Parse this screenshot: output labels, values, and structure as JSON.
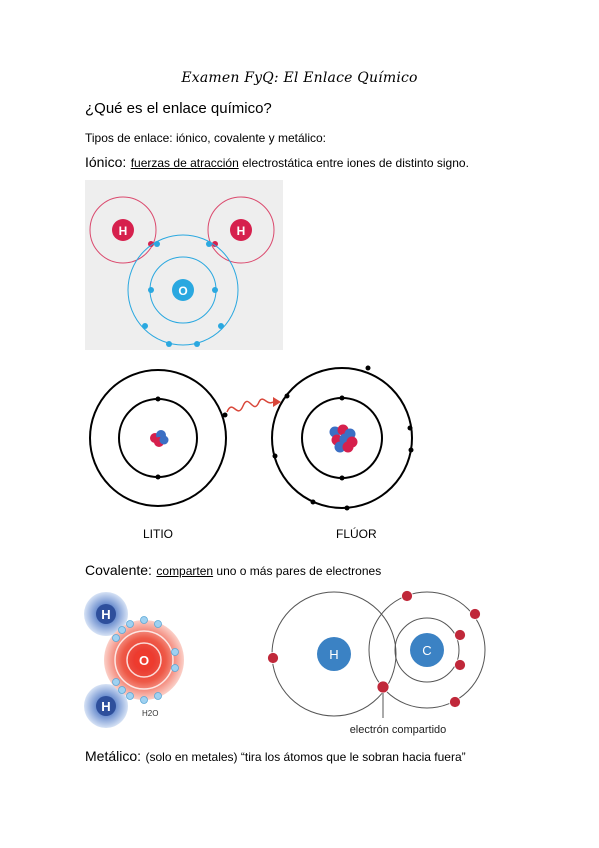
{
  "title": "Examen FyQ: El Enlace Químico",
  "question": "¿Qué es el enlace químico?",
  "types_line": "Tipos de enlace: iónico, covalente y metálico:",
  "ionic": {
    "label": "Iónico:",
    "underlined": "fuerzas de atracción",
    "rest": " electrostática entre iones de distinto signo."
  },
  "water_diagram": {
    "h_left": "H",
    "h_right": "H",
    "o": "O"
  },
  "lithium_label": "LITIO",
  "fluorine_label": "FLÚOR",
  "covalent": {
    "label": "Covalente:",
    "underlined": "comparten",
    "rest": " uno o más pares de electrones"
  },
  "h2o_diagram": {
    "h_top": "H",
    "h_bottom": "H",
    "o": "O",
    "formula": "H2O"
  },
  "ch_diagram": {
    "h": "H",
    "c": "C",
    "shared_label": "electrón compartido"
  },
  "metallic": {
    "label": "Metálico:",
    "rest": " (solo en metales) “tira los átomos que le sobran hacia fuera”"
  },
  "colors": {
    "ion_red": "#d6204d",
    "ion_blue": "#2aa8e0",
    "diagram_bg": "#eeeeee",
    "arrow_red": "#d9473a",
    "atom_blue": "#3b82c4",
    "electron_red": "#c0283a"
  }
}
